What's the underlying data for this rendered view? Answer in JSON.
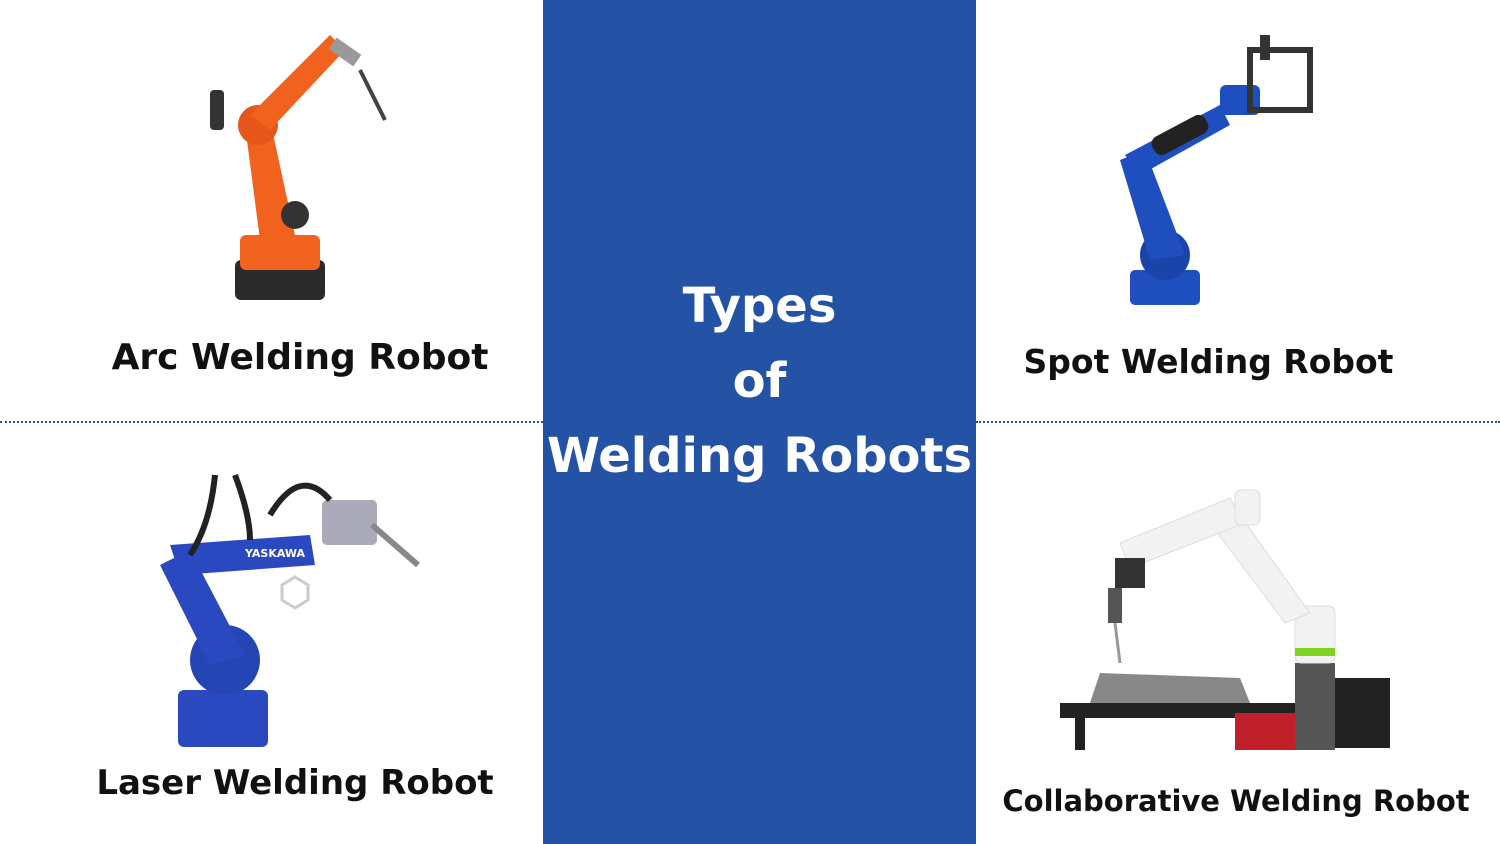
{
  "center": {
    "title_lines": [
      "Types",
      "of",
      "Welding Robots"
    ],
    "background_color": "#2452a5"
  },
  "quadrants": [
    {
      "label": "Arc Welding Robot",
      "robot_color": "#f0621e",
      "icon": "arc-welding-robot-image"
    },
    {
      "label": "Spot Welding Robot",
      "robot_color": "#1f4fbf",
      "icon": "spot-welding-robot-image"
    },
    {
      "label": "Laser Welding Robot",
      "robot_color": "#2a49c0",
      "icon": "laser-welding-robot-image"
    },
    {
      "label": "Collaborative Welding Robot",
      "robot_color": "#f2f2f2",
      "icon": "collaborative-welding-robot-image"
    }
  ],
  "logo_text": [
    "YASKAWA"
  ]
}
